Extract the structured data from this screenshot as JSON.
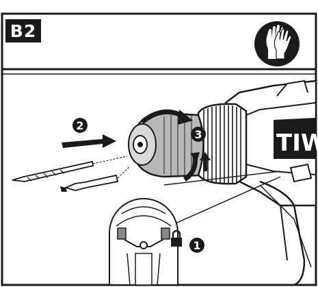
{
  "step": {
    "label": "B2"
  },
  "icons": {
    "gloves": "gloves-icon",
    "lock": "padlock-icon"
  },
  "brand": {
    "text": "TIWOR"
  },
  "callouts": [
    {
      "number": "1",
      "name": "callout-1"
    },
    {
      "number": "2",
      "name": "callout-2"
    },
    {
      "number": "3",
      "name": "callout-3"
    }
  ],
  "colors": {
    "ink": "#1a1a1a",
    "paper": "#ffffff",
    "chuck_gray": "#b8b8b8"
  }
}
